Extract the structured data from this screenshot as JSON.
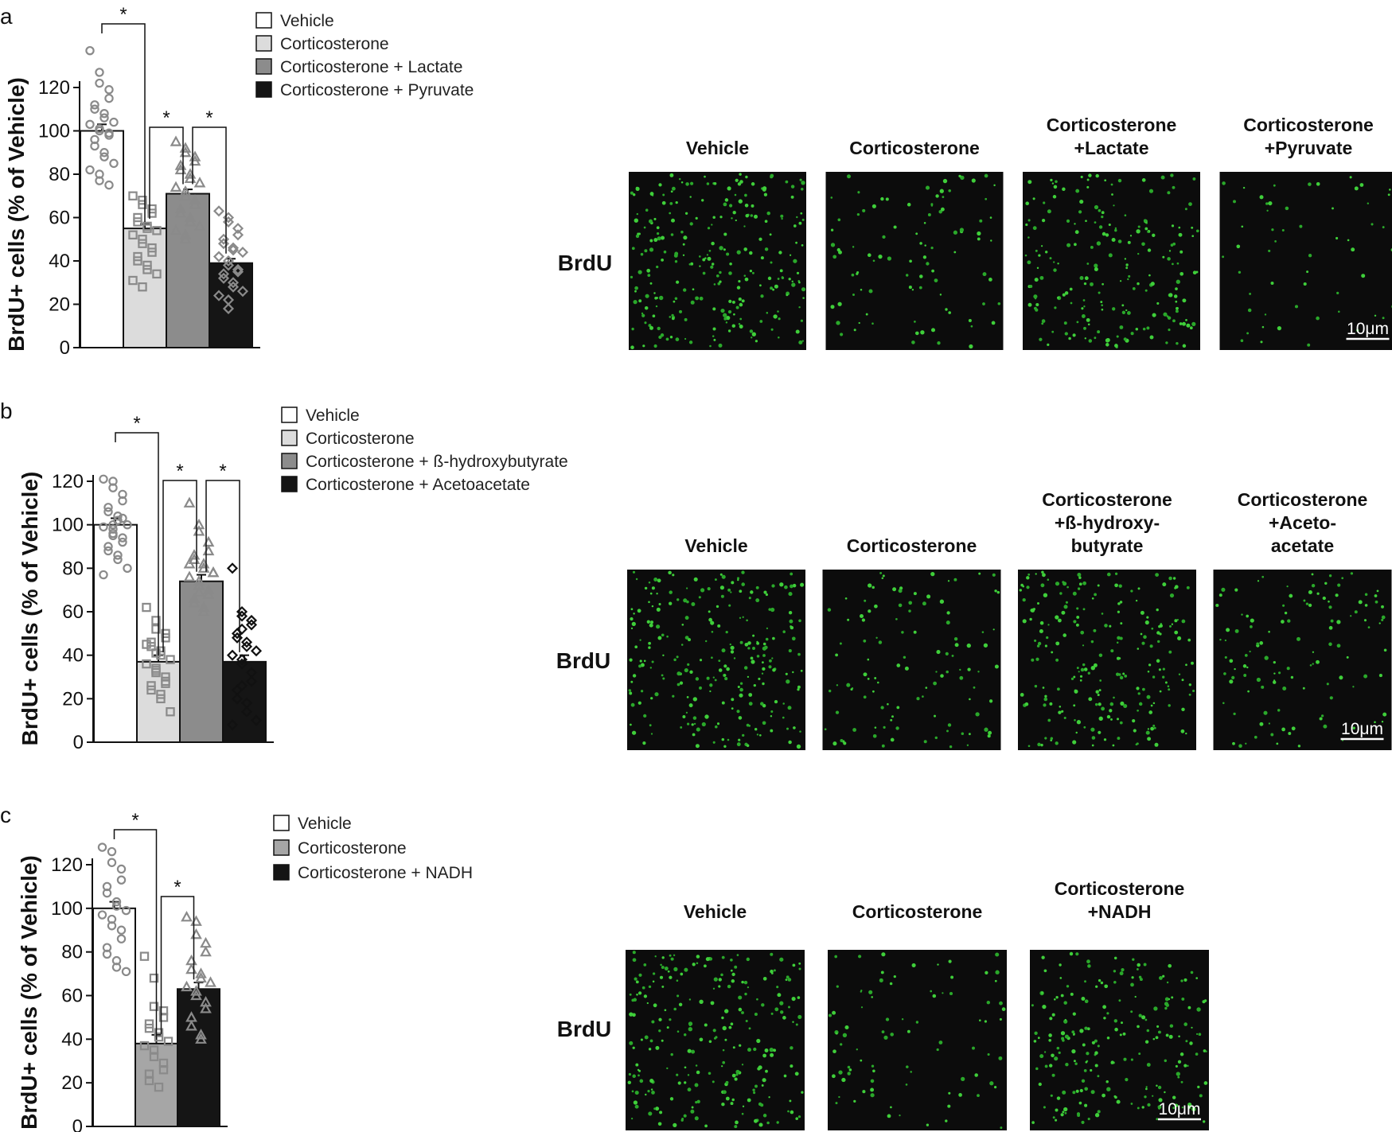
{
  "panels": [
    {
      "letter": "a",
      "ylabel": "BrdU+ cells (% of Vehicle)",
      "ylim": [
        0,
        120
      ],
      "ticks": [
        0,
        20,
        40,
        60,
        80,
        100,
        120
      ],
      "legend": [
        "Vehicle",
        "Corticosterone",
        "Corticosterone + Lactate",
        "Corticosterone + Pyruvate"
      ],
      "fills": [
        "#ffffff",
        "#dcdcdc",
        "#8c8c8c",
        "#151515"
      ],
      "markers": [
        "circle",
        "square",
        "triangle",
        "diamond"
      ],
      "marker_colors": [
        "#8a8a8a",
        "#8a8a8a",
        "#8a8a8a",
        "#8a8a8a"
      ],
      "values": [
        100,
        55,
        71,
        39
      ],
      "errors": [
        3,
        2,
        2,
        2
      ],
      "points": [
        [
          137,
          127,
          122,
          119,
          115,
          112,
          110,
          108,
          106,
          104,
          103,
          101,
          100,
          99,
          98,
          96,
          93,
          90,
          88,
          85,
          82,
          80,
          77,
          75
        ],
        [
          70,
          68,
          66,
          64,
          62,
          60,
          58,
          56,
          55,
          54,
          52,
          50,
          48,
          46,
          44,
          42,
          40,
          38,
          36,
          34,
          31,
          28
        ],
        [
          95,
          92,
          90,
          88,
          86,
          84,
          82,
          80,
          78,
          76,
          74,
          72,
          70,
          68,
          66,
          64,
          62,
          60,
          58,
          56,
          54,
          52,
          50
        ],
        [
          63,
          60,
          58,
          55,
          52,
          50,
          48,
          46,
          45,
          44,
          42,
          40,
          38,
          36,
          35,
          34,
          32,
          30,
          28,
          26,
          24,
          22,
          18
        ]
      ],
      "significance": [
        {
          "from": 0,
          "to": 1,
          "label": "*"
        },
        {
          "from": 1,
          "to": 2,
          "label": "*"
        },
        {
          "from": 2,
          "to": 3,
          "label": "*"
        }
      ],
      "image_row_label": "BrdU",
      "image_titles": [
        "Vehicle",
        "Corticosterone",
        "Corticosterone\n+Lactate",
        "Corticosterone\n+Pyruvate"
      ],
      "cell_counts": [
        260,
        95,
        210,
        55
      ],
      "scale_bar": "10μm"
    },
    {
      "letter": "b",
      "ylabel": "BrdU+ cells (% of Vehicle)",
      "ylim": [
        0,
        120
      ],
      "ticks": [
        0,
        20,
        40,
        60,
        80,
        100,
        120
      ],
      "legend": [
        "Vehicle",
        "Corticosterone",
        "Corticosterone + ß-hydroxybutyrate",
        "Corticosterone + Acetoacetate"
      ],
      "fills": [
        "#ffffff",
        "#dcdcdc",
        "#8c8c8c",
        "#151515"
      ],
      "markers": [
        "circle",
        "square",
        "triangle",
        "diamond"
      ],
      "marker_colors": [
        "#8a8a8a",
        "#8a8a8a",
        "#8a8a8a",
        "#111111"
      ],
      "values": [
        100,
        37,
        74,
        37
      ],
      "errors": [
        3,
        3,
        3,
        3
      ],
      "points": [
        [
          121,
          120,
          117,
          114,
          111,
          108,
          106,
          104,
          102,
          100,
          99,
          98,
          96,
          94,
          92,
          90,
          88,
          86,
          84,
          80,
          77,
          100,
          95,
          103
        ],
        [
          62,
          56,
          52,
          50,
          48,
          46,
          44,
          42,
          40,
          38,
          36,
          34,
          32,
          30,
          28,
          26,
          24,
          22,
          20,
          14,
          45,
          41,
          33,
          27
        ],
        [
          110,
          100,
          97,
          92,
          88,
          86,
          84,
          82,
          80,
          78,
          76,
          74,
          72,
          70,
          68,
          66,
          64,
          62,
          60,
          78,
          82,
          69
        ],
        [
          80,
          60,
          58,
          56,
          54,
          50,
          48,
          46,
          44,
          42,
          40,
          38,
          36,
          32,
          28,
          24,
          20,
          18,
          14,
          10,
          8,
          52,
          26
        ]
      ],
      "significance": [
        {
          "from": 0,
          "to": 1,
          "label": "*"
        },
        {
          "from": 1,
          "to": 2,
          "label": "*"
        },
        {
          "from": 2,
          "to": 3,
          "label": "*"
        }
      ],
      "image_row_label": "BrdU",
      "image_titles": [
        "Vehicle",
        "Corticosterone",
        "Corticosterone\n+ß-hydroxy-\nbutyrate",
        "Corticosterone\n+Aceto-\nacetate"
      ],
      "cell_counts": [
        250,
        110,
        230,
        120
      ],
      "scale_bar": "10μm"
    },
    {
      "letter": "c",
      "ylabel": "BrdU+ cells (% of Vehicle)",
      "ylim": [
        0,
        120
      ],
      "ticks": [
        0,
        20,
        40,
        60,
        80,
        100,
        120
      ],
      "legend": [
        "Vehicle",
        "Corticosterone",
        "Corticosterone + NADH"
      ],
      "fills": [
        "#ffffff",
        "#a6a6a6",
        "#151515"
      ],
      "markers": [
        "circle",
        "square",
        "triangle"
      ],
      "marker_colors": [
        "#8a8a8a",
        "#8a8a8a",
        "#8a8a8a"
      ],
      "values": [
        100,
        38,
        63
      ],
      "errors": [
        3,
        4,
        3
      ],
      "points": [
        [
          128,
          126,
          121,
          118,
          113,
          110,
          107,
          103,
          101,
          99,
          97,
          95,
          92,
          90,
          86,
          82,
          79,
          76,
          73,
          71
        ],
        [
          78,
          68,
          55,
          53,
          50,
          47,
          45,
          43,
          41,
          39,
          37,
          35,
          32,
          29,
          26,
          24,
          21,
          18
        ],
        [
          96,
          94,
          88,
          84,
          80,
          76,
          72,
          70,
          68,
          66,
          64,
          62,
          60,
          57,
          54,
          50,
          46,
          42,
          40
        ]
      ],
      "significance": [
        {
          "from": 0,
          "to": 1,
          "label": "*"
        },
        {
          "from": 1,
          "to": 2,
          "label": "*"
        }
      ],
      "image_row_label": "BrdU",
      "image_titles": [
        "Vehicle",
        "Corticosterone",
        "Corticosterone\n+NADH"
      ],
      "cell_counts": [
        240,
        85,
        220
      ],
      "scale_bar": "10μm"
    }
  ],
  "chart_data": [
    {
      "type": "bar",
      "categories": [
        "Vehicle",
        "Corticosterone",
        "Corticosterone + Lactate",
        "Corticosterone + Pyruvate"
      ],
      "values": [
        100,
        55,
        71,
        39
      ],
      "ylabel": "BrdU+ cells (% of Vehicle)",
      "ylim": [
        0,
        120
      ],
      "legend": "top-right"
    },
    {
      "type": "bar",
      "categories": [
        "Vehicle",
        "Corticosterone",
        "Corticosterone + ß-hydroxybutyrate",
        "Corticosterone + Acetoacetate"
      ],
      "values": [
        100,
        37,
        74,
        37
      ],
      "ylabel": "BrdU+ cells (% of Vehicle)",
      "ylim": [
        0,
        120
      ],
      "legend": "top-right"
    },
    {
      "type": "bar",
      "categories": [
        "Vehicle",
        "Corticosterone",
        "Corticosterone + NADH"
      ],
      "values": [
        100,
        38,
        63
      ],
      "ylabel": "BrdU+ cells (% of Vehicle)",
      "ylim": [
        0,
        120
      ],
      "legend": "top-right"
    }
  ]
}
